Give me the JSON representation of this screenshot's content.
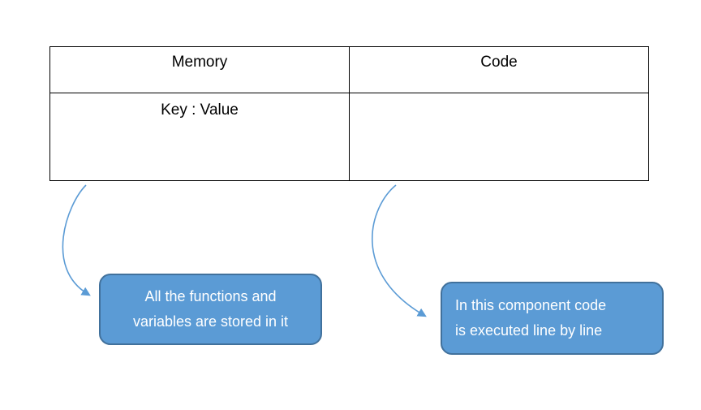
{
  "table": {
    "columns": [
      {
        "header": "Memory"
      },
      {
        "header": "Code"
      }
    ],
    "rows": [
      {
        "cells": [
          "Key : Value",
          ""
        ]
      }
    ]
  },
  "callouts": [
    {
      "name": "memory-callout",
      "lines": [
        "All the functions and",
        "variables are stored in it"
      ]
    },
    {
      "name": "code-callout",
      "lines": [
        "In this component code",
        "is executed line by line"
      ]
    }
  ],
  "colors": {
    "callout_fill": "#5b9bd5",
    "callout_border": "#41719c",
    "callout_text": "#ffffff",
    "arrow": "#5b9bd5",
    "table_border": "#000000",
    "table_text": "#000000"
  }
}
